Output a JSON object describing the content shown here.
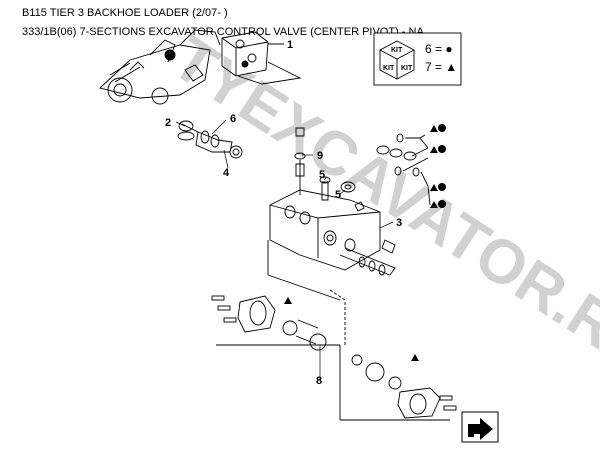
{
  "header": {
    "title": "B115 TIER 3 BACKHOE LOADER (2/07- )",
    "subtitle": "333/1B(06) 7-SECTIONS EXCAVATOR CONTROL VALVE (CENTER PIVOT) - NA"
  },
  "legend": {
    "kit_label": "KIT",
    "row6": "6 = ●",
    "row7": "7 = ▲"
  },
  "callouts": {
    "c1": "1",
    "c2": "2",
    "c3": "3",
    "c4": "4",
    "c5a": "5",
    "c5b": "5",
    "c6": "6",
    "c8": "8",
    "c9": "9"
  },
  "watermark": "TYEXCAVATOR.RU",
  "colors": {
    "line": "#000000",
    "watermark": "#c9c9c9"
  },
  "icons": {
    "nav": "next-page-arrow-icon"
  }
}
